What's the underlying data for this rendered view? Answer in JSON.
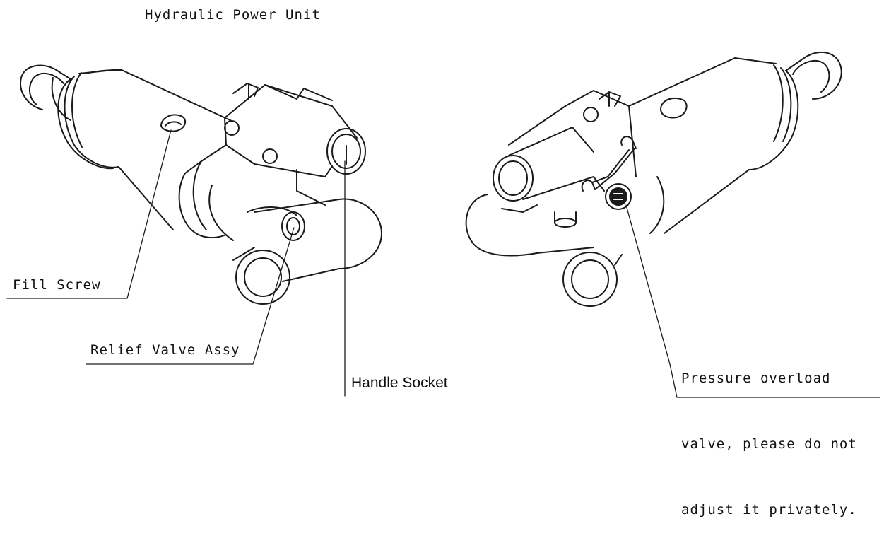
{
  "title": "Hydraulic Power Unit",
  "labels": {
    "fill_screw": "Fill Screw",
    "relief_valve": "Relief Valve Assy",
    "handle_socket": "Handle Socket",
    "pressure_overload": [
      "Pressure overload",
      "valve, please do not",
      "adjust it privately."
    ]
  },
  "colors": {
    "line": "#1a1a1a",
    "background": "#ffffff"
  }
}
